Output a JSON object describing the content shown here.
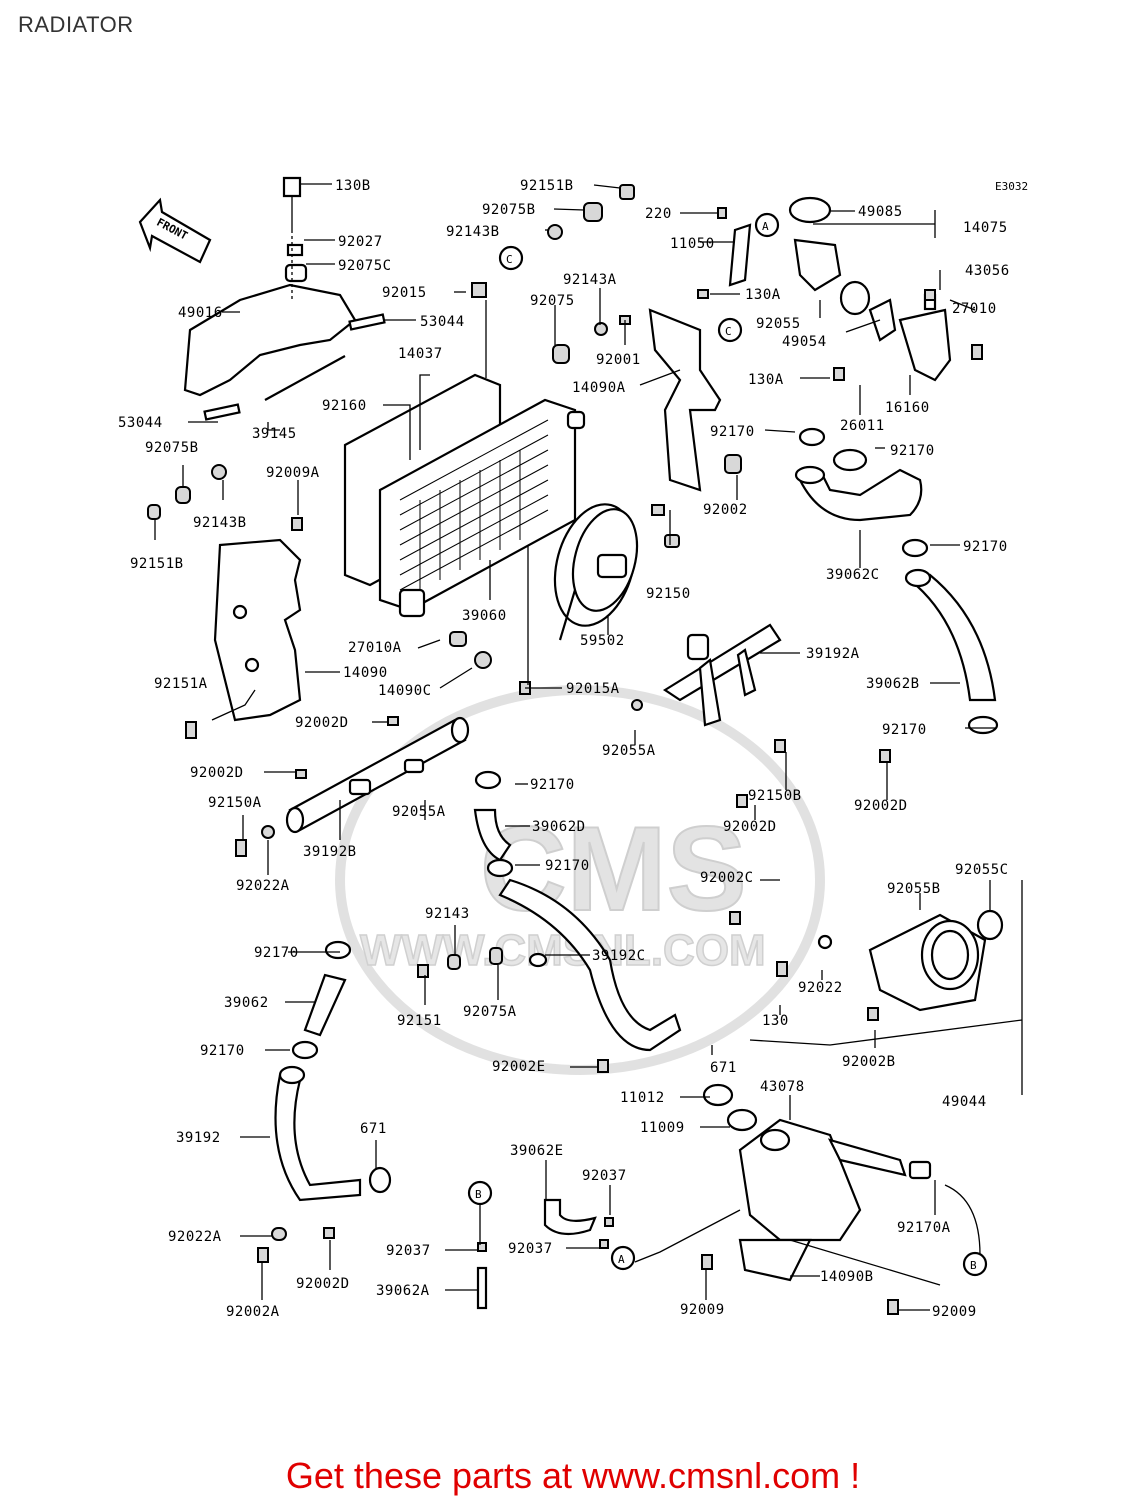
{
  "title": "RADIATOR",
  "diagram_code": "E3032",
  "front_label": "FRONT",
  "watermark_lines": [
    "CMS",
    "WWW.CMSNL.COM"
  ],
  "footer": "Get these parts at www.cmsnl.com !",
  "callouts": [
    "A",
    "C",
    "B"
  ],
  "part_labels": [
    "130B",
    "92027",
    "92075C",
    "49016",
    "53044",
    "53044",
    "39145",
    "92075B",
    "92143B",
    "92151B",
    "92015",
    "14037",
    "92160",
    "92009A",
    "92151A",
    "14090",
    "27010A",
    "14090C",
    "39060",
    "92015A",
    "92151B",
    "92075B",
    "92143B",
    "92075",
    "92143A",
    "92001",
    "14090A",
    "92150",
    "59502",
    "220",
    "11050",
    "130A",
    "49085",
    "14075",
    "92055",
    "49054",
    "43056",
    "27010",
    "130A",
    "26011",
    "16160",
    "92170",
    "92170",
    "92002",
    "92170",
    "39062C",
    "39192A",
    "39062B",
    "92170",
    "92002D",
    "92002D",
    "92150A",
    "92022A",
    "39192B",
    "92055A",
    "92170",
    "39062D",
    "92170",
    "92055A",
    "92150B",
    "92002D",
    "92002D",
    "92002C",
    "92055C",
    "92055B",
    "92022",
    "130",
    "92002B",
    "49044",
    "92143",
    "92151",
    "92075A",
    "39192C",
    "92170",
    "39062",
    "92170",
    "92002E",
    "671",
    "11012",
    "11009",
    "43078",
    "39192",
    "671",
    "92022A",
    "92002D",
    "92002A",
    "39062E",
    "92037",
    "92037",
    "92037",
    "39062A",
    "14090B",
    "92009",
    "92009",
    "92170A"
  ]
}
